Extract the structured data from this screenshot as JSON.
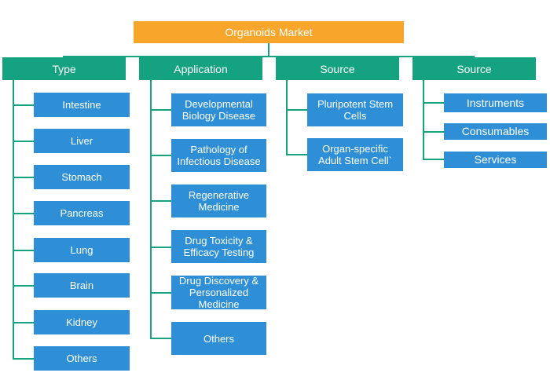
{
  "diagram": {
    "root": "Organoids Market",
    "categories": [
      {
        "label": "Type",
        "items": [
          "Intestine",
          "Liver",
          "Stomach",
          "Pancreas",
          "Lung",
          "Brain",
          "Kidney",
          "Others"
        ]
      },
      {
        "label": "Application",
        "items": [
          "Developmental Biology Disease",
          "Pathology of Infectious Disease",
          "Regenerative Medicine",
          "Drug Toxicity & Efficacy Testing",
          "Drug Discovery & Personalized Medicine",
          "Others"
        ]
      },
      {
        "label": "Source",
        "items": [
          "Pluripotent Stem Cells",
          "Organ-specific Adult Stem Cell`"
        ]
      },
      {
        "label": "Source",
        "items": [
          "Instruments",
          "Consumables",
          "Services"
        ]
      }
    ],
    "colors": {
      "root": "#f7a52b",
      "category": "#14a280",
      "leaf": "#2e8fd6",
      "connector": "#14a280",
      "text": "#ffffff"
    }
  }
}
